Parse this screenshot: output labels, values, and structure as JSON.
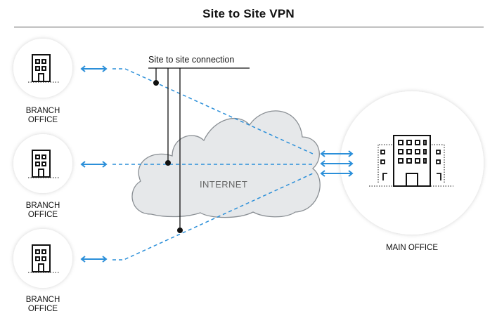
{
  "diagram": {
    "title": "Site to Site VPN",
    "connection_label": "Site to site connection",
    "cloud_label": "INTERNET",
    "branches": [
      {
        "line1": "BRANCH",
        "line2": "OFFICE"
      },
      {
        "line1": "BRANCH",
        "line2": "OFFICE"
      },
      {
        "line1": "BRANCH",
        "line2": "OFFICE"
      }
    ],
    "main_office_label": "MAIN OFFICE",
    "colors": {
      "tunnel": "#2b8fd9",
      "circle_fill": "#ffffff",
      "circle_shadow": "#d9d9d9",
      "cloud_fill": "#e6e8ea",
      "cloud_stroke": "#8a8f94",
      "line": "#111111"
    }
  }
}
